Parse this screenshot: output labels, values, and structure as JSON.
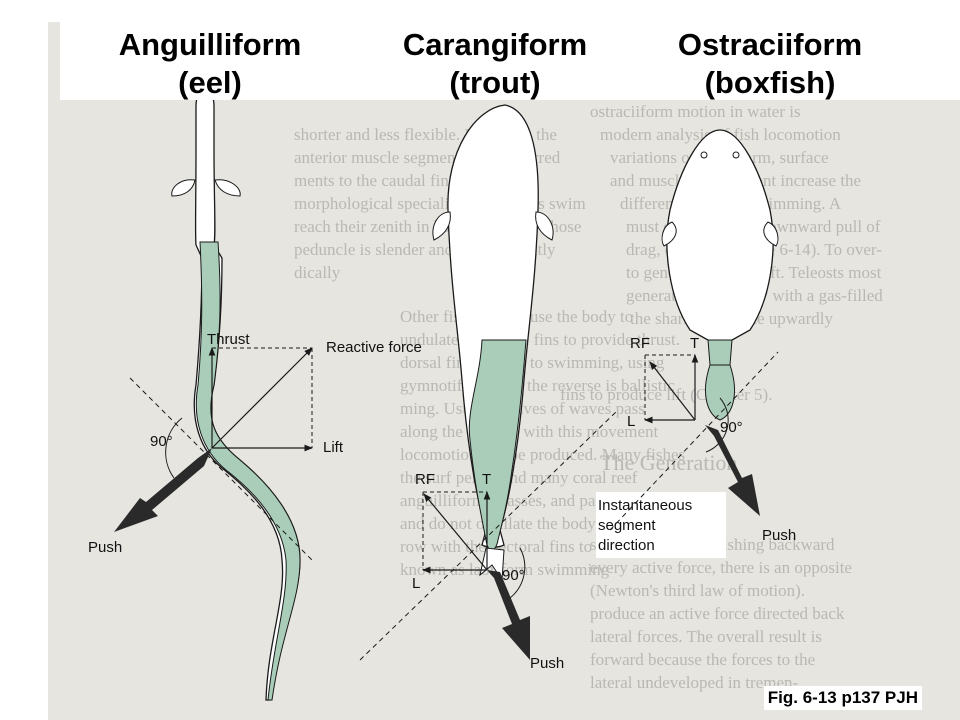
{
  "titles": {
    "eel": {
      "name": "Anguilliform",
      "common": "(eel)"
    },
    "trout": {
      "name": "Carangiform",
      "common": "(trout)"
    },
    "boxfish": {
      "name": "Ostraciiform",
      "common": "(boxfish)"
    }
  },
  "eel_labels": {
    "thrust": "Thrust",
    "reactive_force": "Reactive force",
    "lift": "Lift",
    "angle": "90°",
    "push": "Push"
  },
  "trout_labels": {
    "rf": "RF",
    "t": "T",
    "l": "L",
    "angle": "90°",
    "push": "Push",
    "segment_direction": [
      "Instantaneous",
      "segment",
      "direction"
    ]
  },
  "boxfish_labels": {
    "rf": "RF",
    "t": "T",
    "l": "L",
    "angle": "90°",
    "push": "Push"
  },
  "caption": "Fig. 6-13 p137 PJH",
  "colors": {
    "fish_fill": "#ffffff",
    "fish_stroke": "#1a1a1a",
    "muscle_green": "#a9cdb8",
    "page_background": "#e6e5e0",
    "faded_text": "#b9b8b2"
  },
  "background_text": [
    "ostraciiform motion in water is",
    "modern analysis of fish locomotion",
    "variations of body form, surface",
    "and muscle arrangement increase the",
    "different modes of swimming. A",
    "must overcome the downward pull of",
    "drag, of water (Figure 6-14). To over-",
    "to generate vertical lift. Teleosts most",
    "generating buoyancy with a gas-filled",
    "the sharks, generate upwardly",
    "fins to produce lift (Chapter 5).",
    "shorter and less flexible. Free from the",
    "anterior muscle segments is transferred",
    "ments to the caudal fin. Muscle and",
    "morphological specializations of this swim",
    "reach their zenith in baleen whales, whose",
    "peduncle is slender and the tail greatly",
    "dically",
    "Other fishes select use the body to",
    "undulate the dorsal fins to provide thrust.",
    "dorsal fin is an aid to swimming, using",
    "gymnotiform, and the reverse is ballistic",
    "ming. Usually, waves of waves pass",
    "along the fin, and with this movement",
    "locomotion can be produced. Many fishes",
    "the surf perch, and many coral reef",
    "anguilliform wrasses, and parrot fish",
    "and do not oscillate the body or move",
    "row with the pectoral fins to produce",
    "known as labriform swimming",
    "The Generation",
    "swim forward by pushing backward",
    "every active force, there is an opposite",
    "(Newton's third law of motion).",
    "produce an active force directed back",
    "lateral forces. The overall result is",
    "forward because the forces to the",
    "lateral undeveloped in tremen-"
  ]
}
